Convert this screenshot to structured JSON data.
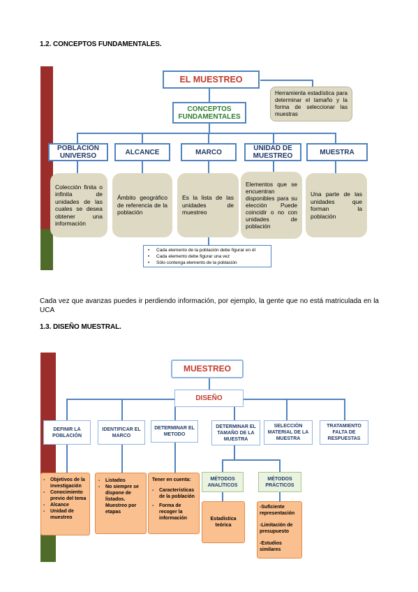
{
  "section1": {
    "heading": "1.2. CONCEPTOS FUNDAMENTALES.",
    "title": "EL MUESTREO",
    "subtitle": "CONCEPTOS FUNDAMENTALES",
    "note": "Herramienta estadística para determinar el tamaño y la forma de seleccionar las muestras",
    "categories": [
      "POBLACIÓN UNIVERSO",
      "ALCANCE",
      "MARCO",
      "UNIDAD DE MUESTREO",
      "MUESTRA"
    ],
    "descriptions": [
      "Colección finita o infinita de unidades de las cuales se desea obtener una información",
      "Ámbito geográfico de referencia de la población",
      "Es la lista de las unidades de muestreo",
      "Elementos que se encuentran disponibles para su elección Puede coincidir o no con unidades de población",
      "Una parte de las unidades que forman la población"
    ],
    "bullets": [
      "Cada elemento de la población debe figurar en él",
      "Cada elemento debe figurar una vez",
      "Sólo contenga elemento de la población"
    ]
  },
  "paragraph": "Cada vez que avanzas puedes ir perdiendo información, por ejemplo, la gente que no está matriculada en la UCA",
  "section2": {
    "heading": "1.3. DISEÑO MUESTRAL.",
    "title": "MUESTREO",
    "subtitle": "DISEÑO",
    "categories": [
      "DEFINIR LA POBLACIÓN",
      "IDENTIFICAR EL MARCO",
      "DETERMINAR EL METODO",
      "DETERMINAR EL TAMAÑO DE LA MUESTRA",
      "SELECCIÓN MATERIAL DE LA MUESTRA",
      "TRATAMIENTO FALTA DE RESPUESTAS"
    ],
    "definir_items": [
      "Objetivos de la investigación",
      "Conocimiento previo del tema",
      "Alcance",
      "Unidad de muestreo"
    ],
    "marco_items": [
      "Listados",
      "No siempre se dispone de listados. Muestreo por etapas"
    ],
    "metodo_header": "Tener en cuenta:",
    "metodo_items": [
      "Características de la población",
      "Forma de recoger la información"
    ],
    "metodos_analiticos": "MÉTODOS ANALÍTICOS",
    "metodos_practicos": "MÉTODOS PRÁCTICOS",
    "analiticos_item": "Estadística teórica",
    "practicos_items": [
      "-Suficiente representación",
      "-Limitación de presupuesto",
      "-Estudios similares"
    ]
  },
  "colors": {
    "red_bar": "#9b2d2a",
    "green_bar": "#4e6b2a",
    "blue_line": "#4f81bd",
    "tan": "#ddd9c3",
    "orange": "#fbc08f"
  }
}
